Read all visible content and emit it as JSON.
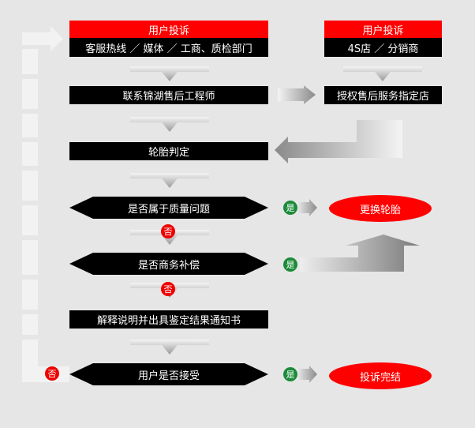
{
  "left_column": {
    "user_complaint_header": "用户投诉",
    "channels": "客服热线 ／ 媒体 ／ 工商、质检部门",
    "contact_engineer": "联系锦湖售后工程师",
    "tire_judgment": "轮胎判定",
    "quality_question": "是否属于质量问题",
    "commercial_compensation": "是否商务补偿",
    "explain_report": "解释说明并出具鉴定结果通知书",
    "user_accepts": "用户是否接受"
  },
  "right_column": {
    "user_complaint_header": "用户投诉",
    "dealer": "4S店 ／ 分销商",
    "authorized_store": "授权售后服务指定店"
  },
  "outcomes": {
    "replace_tire": "更换轮胎",
    "complaint_closed": "投诉完结"
  },
  "badges": {
    "yes": "是",
    "no": "否"
  },
  "colors": {
    "red": "#ff0000",
    "black": "#000000",
    "green": "#1b8b3a",
    "background": "#e6e6e6"
  }
}
